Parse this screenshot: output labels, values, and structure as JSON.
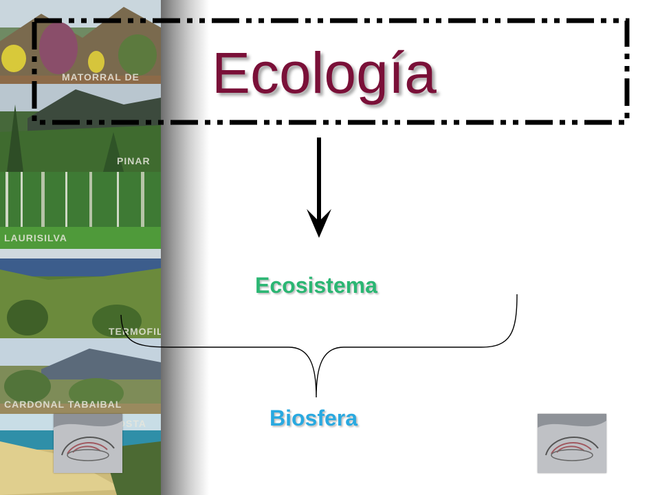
{
  "slide": {
    "title": "Ecología",
    "level_2": "Ecosistema",
    "level_3": "Biosfera"
  },
  "collage": {
    "bands": [
      {
        "label": "MATORRAL DE CUMBRE"
      },
      {
        "label": "PINAR"
      },
      {
        "label": "LAURISILVA"
      },
      {
        "label": "TERMOFILO"
      },
      {
        "label": "CARDONAL TABAIBAL"
      },
      {
        "label": "COSTA"
      }
    ]
  },
  "colors": {
    "title": "#7a1038",
    "ecosistema": "#2bb673",
    "biosfera": "#29a9e0"
  }
}
